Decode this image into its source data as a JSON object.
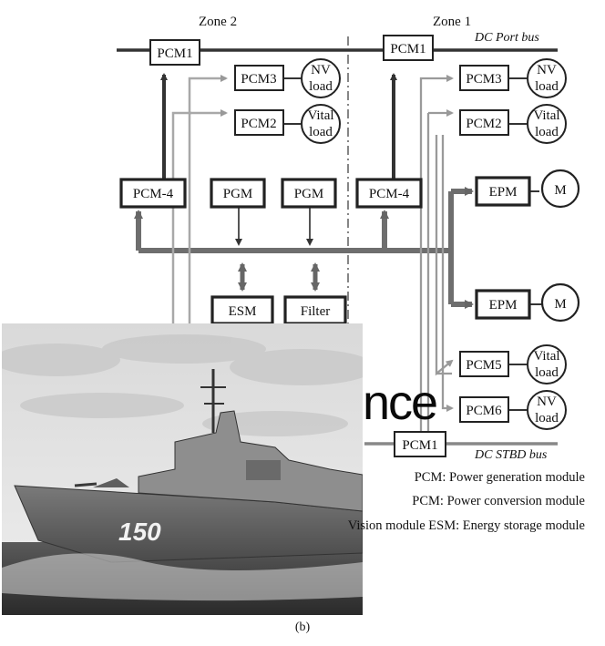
{
  "zones": {
    "zone2": "Zone 2",
    "zone1": "Zone 1"
  },
  "buses": {
    "port": "DC Port bus",
    "stbd": "DC STBD bus"
  },
  "blocks": {
    "pcm1_z2": "PCM1",
    "pcm1_z1": "PCM1",
    "pcm1_stbd": "PCM1",
    "pcm3_z2": "PCM3",
    "pcm2_z2": "PCM2",
    "pcm3_z1": "PCM3",
    "pcm2_z1": "PCM2",
    "pcm4_z2": "PCM-4",
    "pcm4_z1": "PCM-4",
    "pgm_a": "PGM",
    "pgm_b": "PGM",
    "esm": "ESM",
    "filter": "Filter",
    "epm_top": "EPM",
    "epm_bottom": "EPM",
    "pcm5": "PCM5",
    "pcm6": "PCM6"
  },
  "loads": {
    "nv_z2": [
      "NV",
      "load"
    ],
    "vital_z2": [
      "Vital",
      "load"
    ],
    "nv_z1": [
      "NV",
      "load"
    ],
    "vital_z1": [
      "Vital",
      "load"
    ],
    "vital_pcm5": [
      "Vital",
      "load"
    ],
    "nv_pcm6": [
      "NV",
      "load"
    ]
  },
  "motors": {
    "m_top": "M",
    "m_bottom": "M"
  },
  "ship": {
    "hull_number": "150"
  },
  "overlay_text": "nce",
  "legend": [
    "PCM: Power generation module",
    "PCM: Power conversion module",
    "Vision module ESM: Energy storage module"
  ],
  "caption": "(b)"
}
